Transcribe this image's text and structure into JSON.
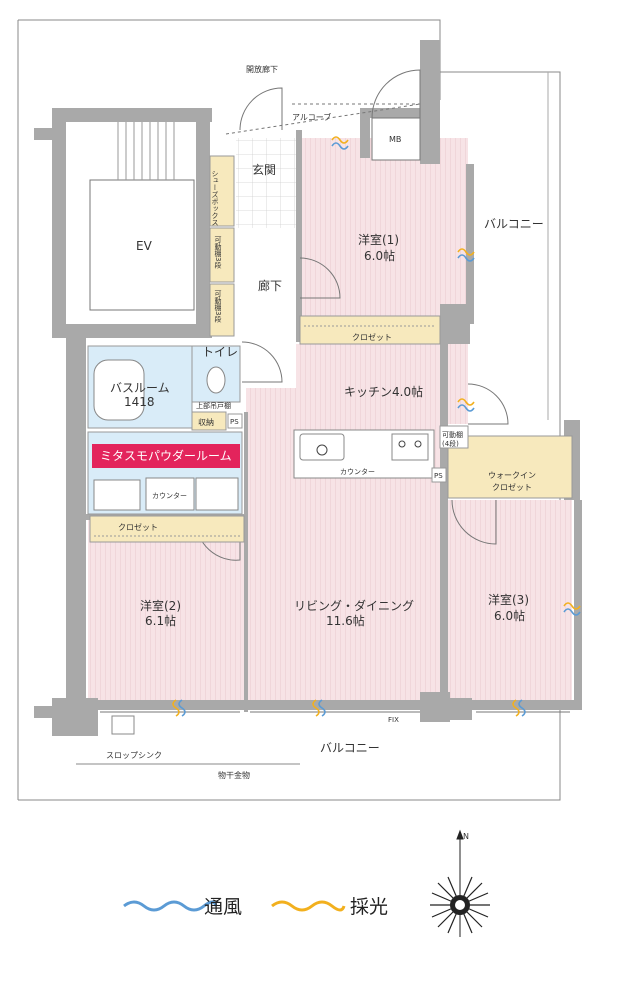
{
  "labels": {
    "open_corridor": "開放廊下",
    "alcove": "アルコーブ",
    "mb": "MB",
    "ev": "EV",
    "entrance": "玄関",
    "shoe_box": "シューズボックス",
    "movable_shelf_3a": "可動棚3段",
    "movable_shelf_3b": "可動棚3段",
    "corridor": "廊下",
    "balcony_east": "バルコニー",
    "toilet": "トイレ",
    "bathroom": "バスルーム",
    "bathroom_size": "1418",
    "upper_shelf": "上部吊戸棚",
    "storage": "収納",
    "ps": "PS",
    "ps2": "PS",
    "powder_room": "ミタスモパウダールーム",
    "counter_powder": "カウンター",
    "closet_1": "クロゼット",
    "closet_2": "クロゼット",
    "western_1": "洋室(1)",
    "western_1_size": "6.0帖",
    "kitchen": "キッチン4.0帖",
    "counter_kitchen": "カウンター",
    "movable_shelf_4": "可動棚",
    "movable_shelf_4b": "(4段)",
    "walk_in": "ウォークイン",
    "walk_in_2": "クロゼット",
    "western_2": "洋室(2)",
    "western_2_size": "6.1帖",
    "living": "リビング・ダイニング",
    "living_size": "11.6帖",
    "western_3": "洋室(3)",
    "western_3_size": "6.0帖",
    "fix": "FIX",
    "balcony_south": "バルコニー",
    "slop_sink": "スロップシンク",
    "laundry_rack": "物干金物",
    "north": "N"
  },
  "legend": {
    "ventilation": "通風",
    "daylight": "採光"
  },
  "colors": {
    "room_fill": "#f6e4e6",
    "wall": "#a9a9a9",
    "closet_fill": "#f7e9bd",
    "bath_fill": "#d9ecf8",
    "powder_badge": "#e3245c",
    "ventilation": "#5b9bd5",
    "daylight": "#f2b01e"
  }
}
